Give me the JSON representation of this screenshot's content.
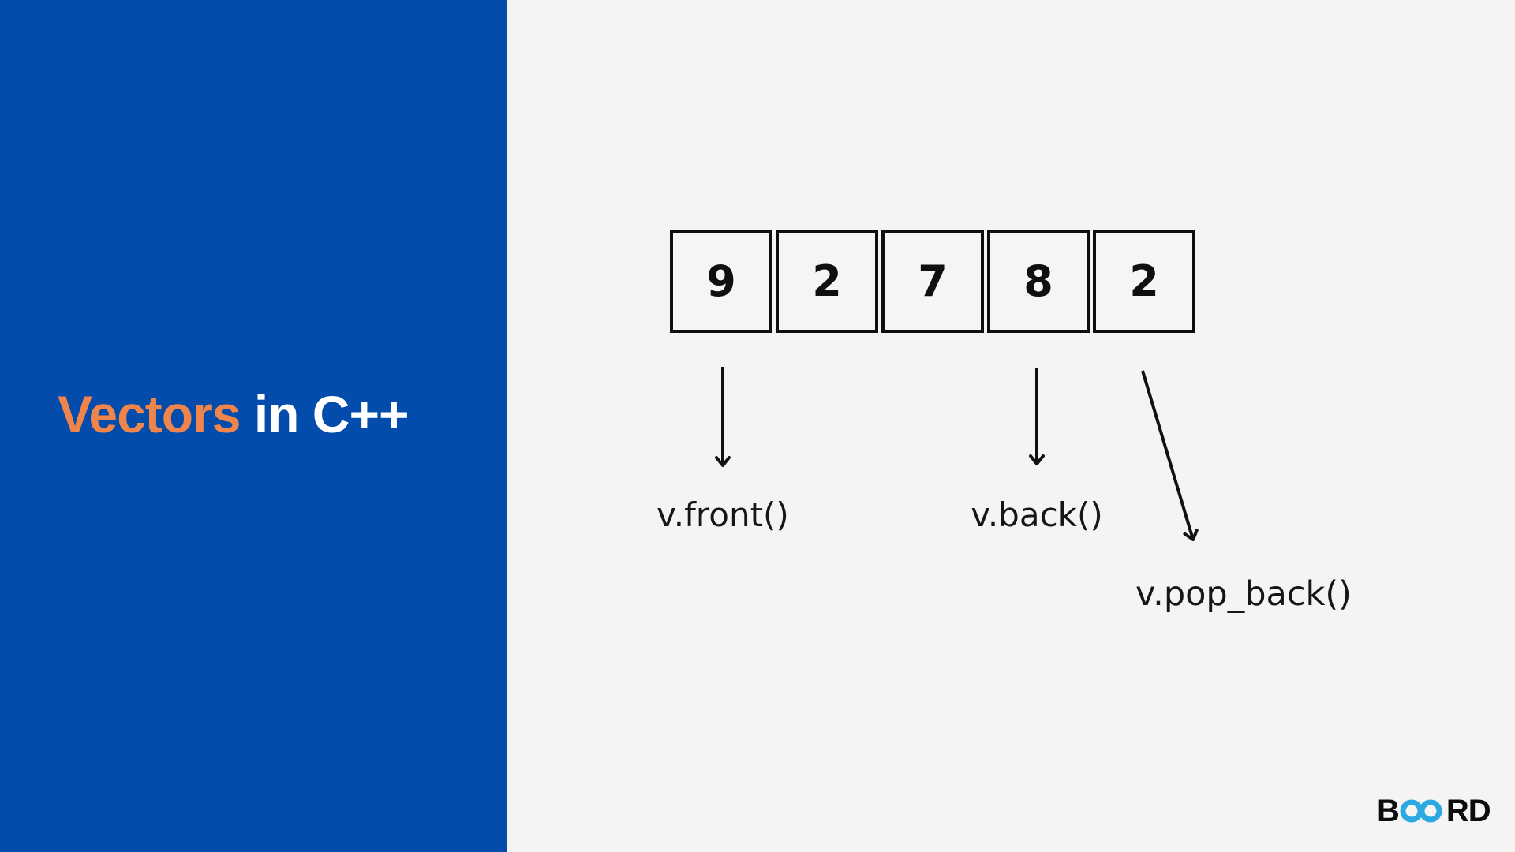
{
  "title": {
    "highlight": "Vectors",
    "rest": " in C++"
  },
  "vector": {
    "cells": [
      "9",
      "2",
      "7",
      "8",
      "2"
    ]
  },
  "labels": {
    "front": "v.front()",
    "back": "v.back()",
    "pop_back": "v.pop_back()"
  },
  "logo": {
    "prefix": "B",
    "suffix": "RD",
    "symbol": "infinity-icon"
  },
  "colors": {
    "panel_blue": "#034cab",
    "accent_orange": "#f0854c",
    "background": "#f4f4f4",
    "ink": "#111111",
    "logo_cyan": "#2ba9e0"
  }
}
